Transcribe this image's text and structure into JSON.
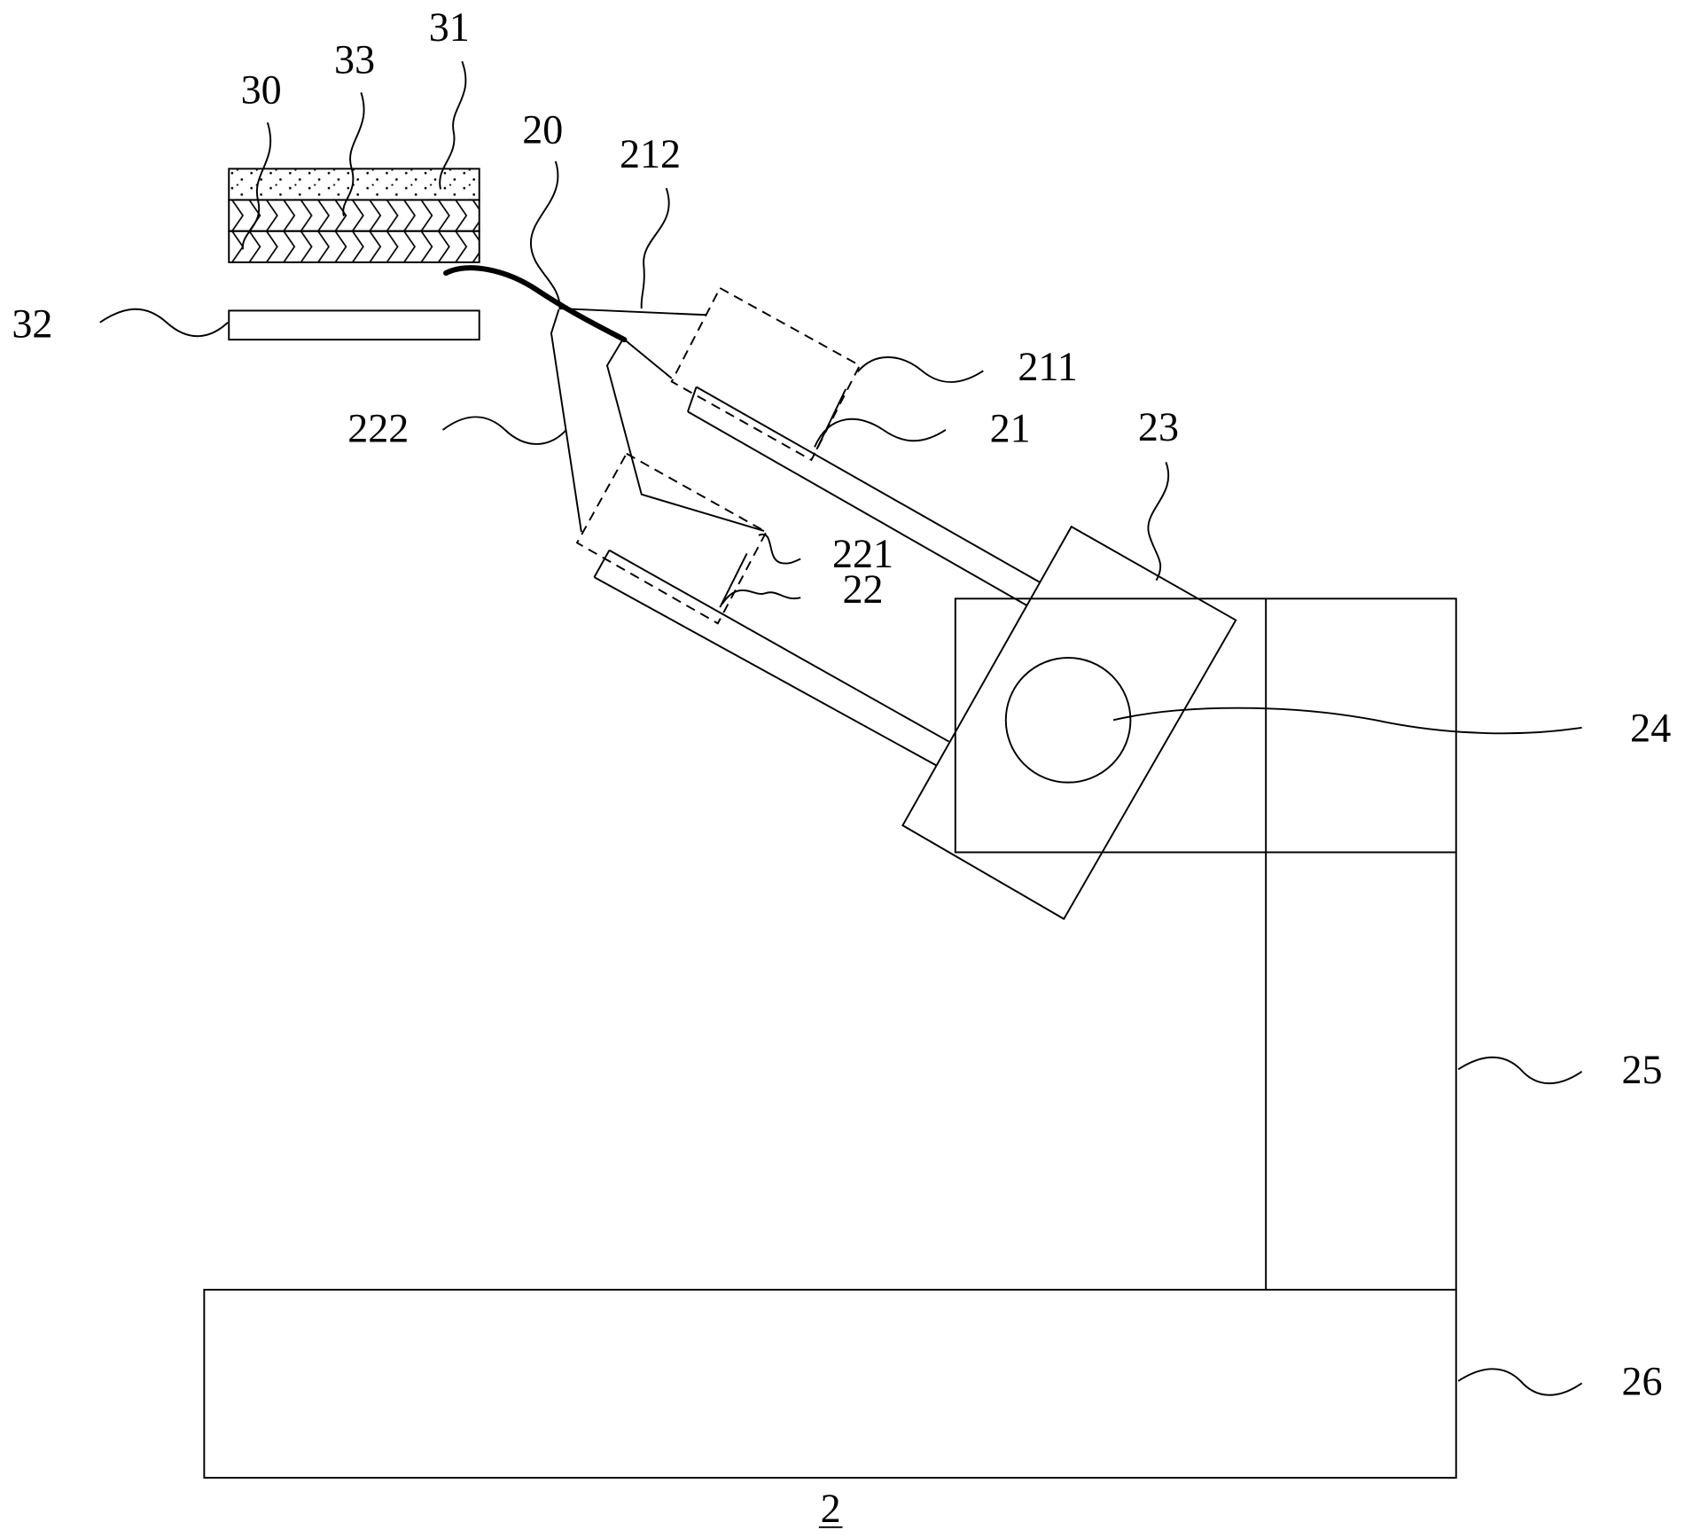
{
  "figure": {
    "number": "2",
    "reference_numerals": {
      "n31": "31",
      "n33": "33",
      "n30": "30",
      "n20": "20",
      "n212": "212",
      "n32": "32",
      "n211": "211",
      "n222": "222",
      "n21": "21",
      "n23": "23",
      "n221": "221",
      "n22": "22",
      "n24": "24",
      "n25": "25",
      "n26": "26"
    }
  },
  "colors": {
    "line": "#000000",
    "background": "#ffffff"
  }
}
